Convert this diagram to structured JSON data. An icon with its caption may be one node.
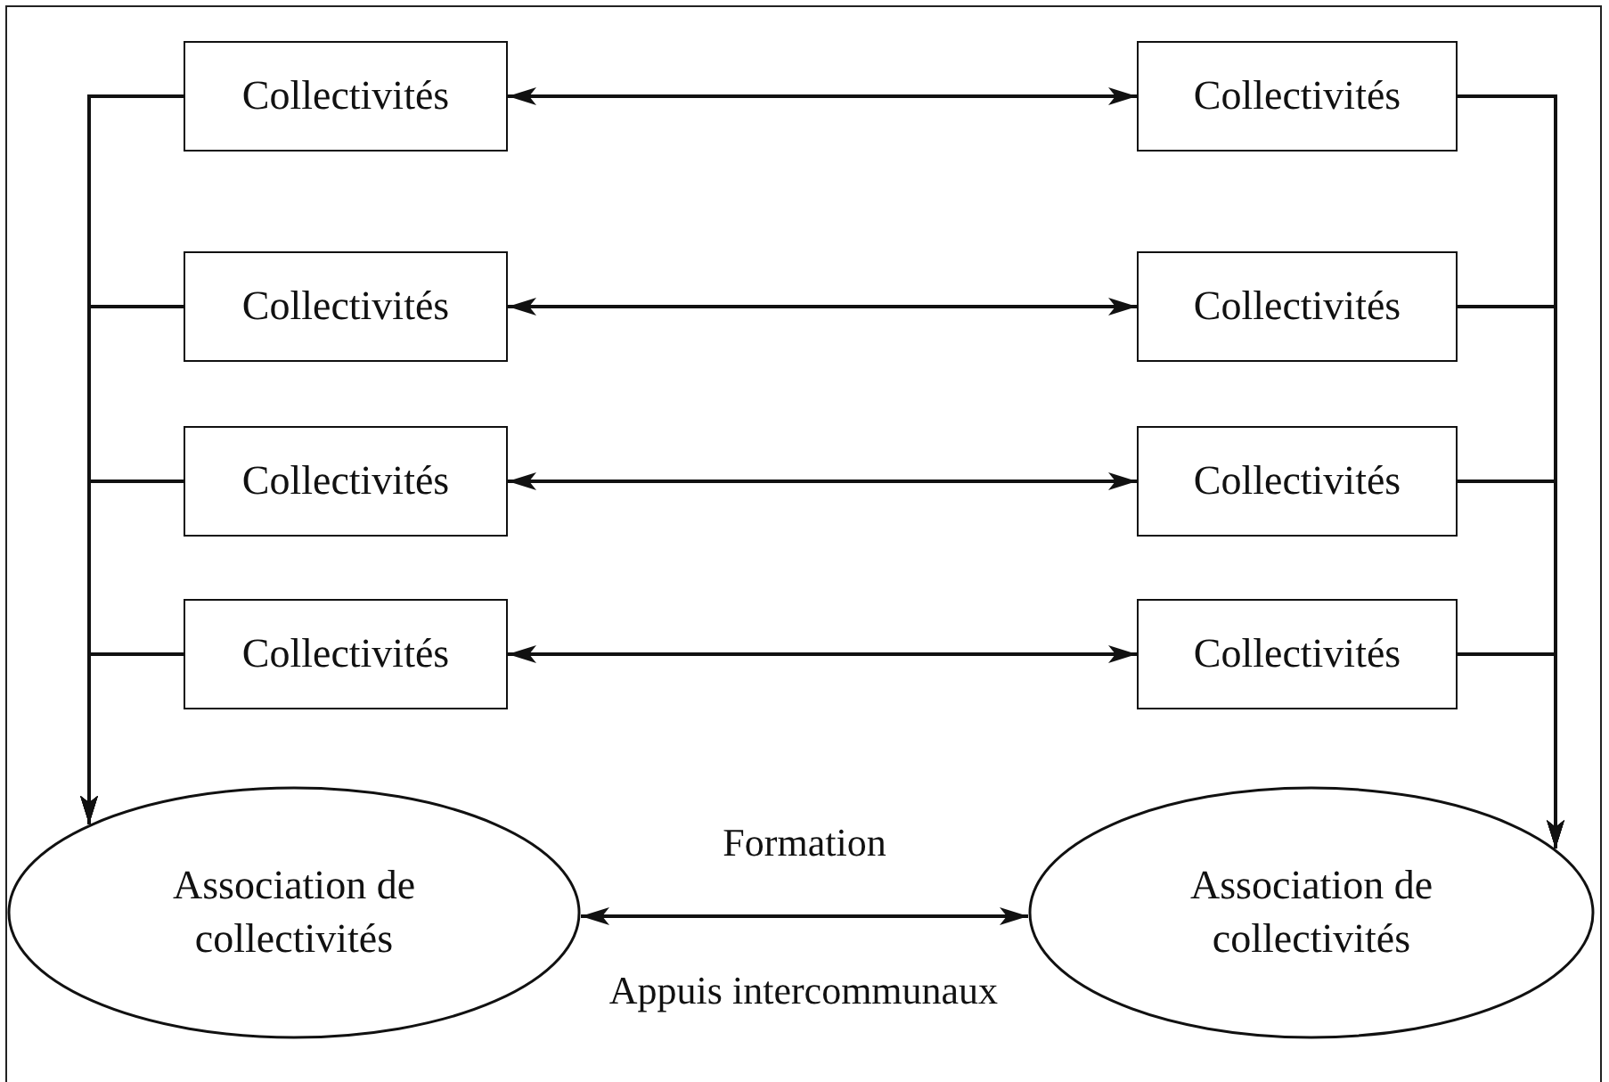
{
  "diagram": {
    "nodes": [
      {
        "text": [
          "Collectivités"
        ]
      },
      {
        "text": [
          "Collectivités"
        ]
      },
      {
        "text": [
          "Collectivités"
        ]
      },
      {
        "text": [
          "Collectivités"
        ]
      },
      {
        "text": [
          "Collectivités"
        ]
      },
      {
        "text": [
          "Collectivités"
        ]
      },
      {
        "text": [
          "Collectivités"
        ]
      },
      {
        "text": [
          "Collectivités"
        ]
      },
      {
        "text": [
          "Association de collectivités"
        ]
      },
      {
        "text": [
          "Association de collectivités"
        ]
      }
    ],
    "edges": [
      {
        "from": 0,
        "to": 1,
        "arrow": "both"
      },
      {
        "from": 2,
        "to": 3,
        "arrow": "both"
      },
      {
        "from": 4,
        "to": 5,
        "arrow": "both"
      },
      {
        "from": 6,
        "to": 7,
        "arrow": "both"
      },
      {
        "from": 0,
        "to": 8,
        "arrow": "to"
      },
      {
        "from": 2,
        "to": 8,
        "arrow": "to"
      },
      {
        "from": 4,
        "to": 8,
        "arrow": "to"
      },
      {
        "from": 6,
        "to": 8,
        "arrow": "to"
      },
      {
        "from": 1,
        "to": 9,
        "arrow": "to"
      },
      {
        "from": 3,
        "to": 9,
        "arrow": "to"
      },
      {
        "from": 5,
        "to": 9,
        "arrow": "to"
      },
      {
        "from": 7,
        "to": 9,
        "arrow": "to"
      },
      {
        "from": 8,
        "to": 9,
        "arrow": "both",
        "label": "Formation"
      }
    ],
    "labels": [
      "Appuis intercommunaux"
    ]
  }
}
